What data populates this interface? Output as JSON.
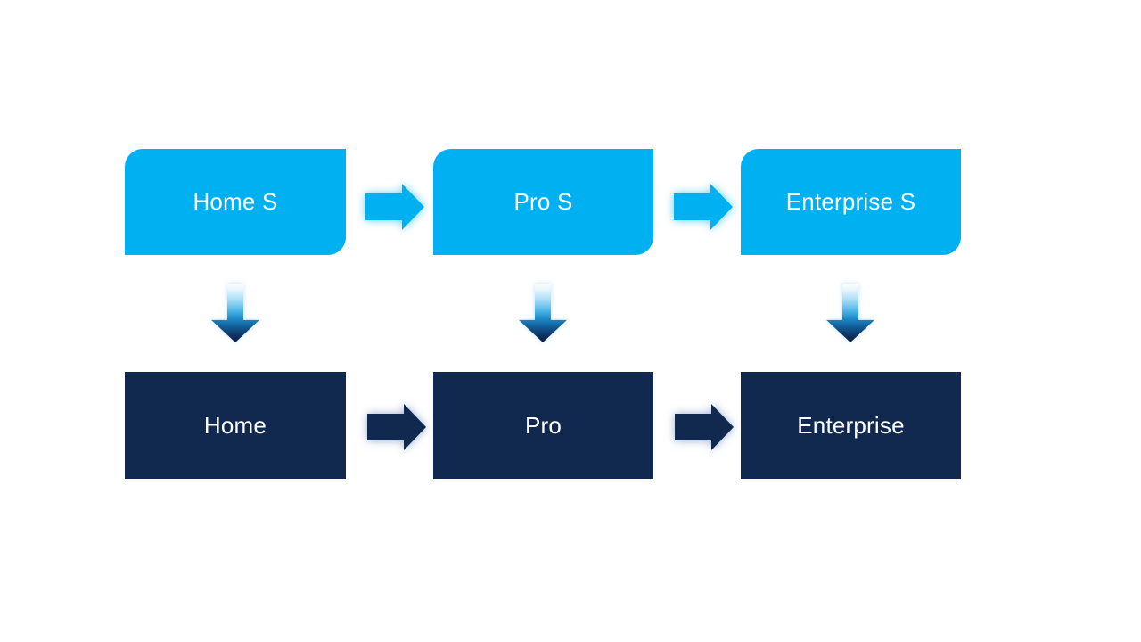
{
  "diagram": {
    "top_row": [
      {
        "label": "Home S"
      },
      {
        "label": "Pro S"
      },
      {
        "label": "Enterprise S"
      }
    ],
    "bottom_row": [
      {
        "label": "Home"
      },
      {
        "label": "Pro"
      },
      {
        "label": "Enterprise"
      }
    ],
    "colors": {
      "slide_background": "#FFFFFF",
      "top_box_fill": "#00B0F0",
      "bottom_box_fill": "#11294E",
      "label_text": "#FFFFFF",
      "top_arrow_glow": "#7FD6F7",
      "bottom_arrow_glow": "#B7C6DD",
      "down_arrow_gradient_top": "#FFFFFF",
      "down_arrow_gradient_mid": "#2D9FD9",
      "down_arrow_gradient_bottom": "#0C2243"
    }
  }
}
